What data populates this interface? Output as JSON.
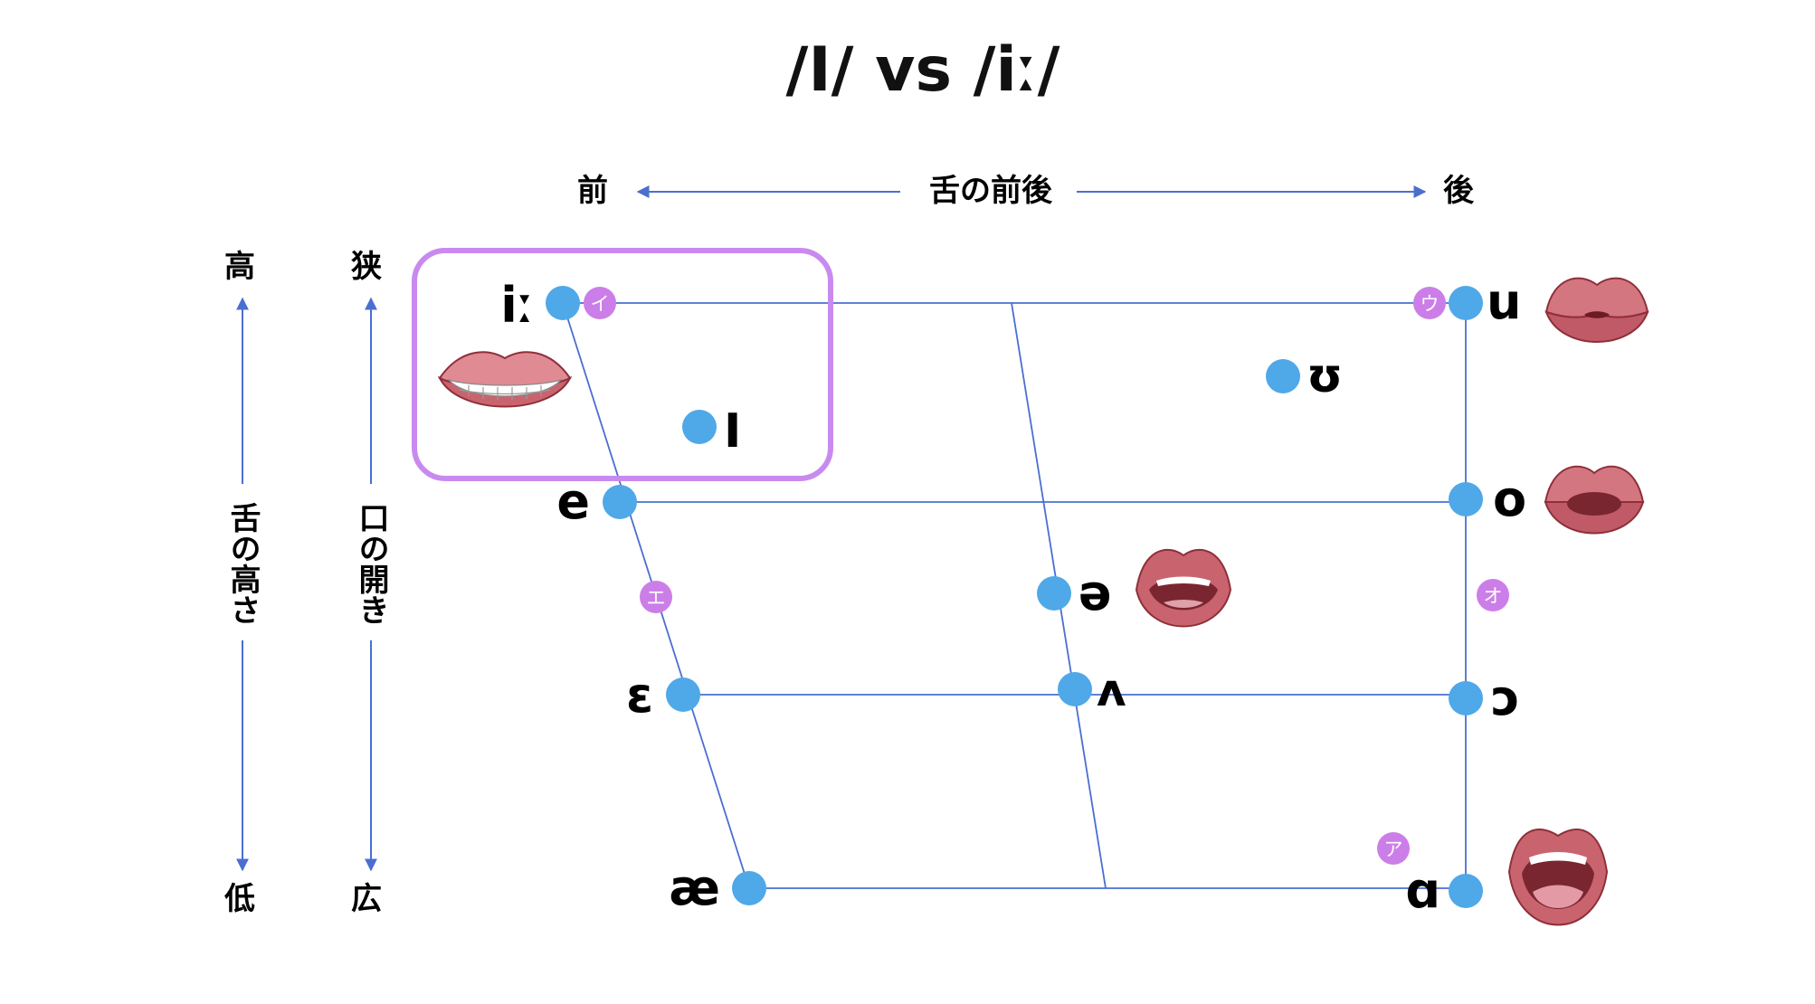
{
  "title": "/I/ vs /iː/",
  "tongue_axis": {
    "front": "前",
    "label": "舌の前後",
    "back": "後"
  },
  "height_axis": {
    "top": "高",
    "label": "舌の高さ",
    "bottom": "低"
  },
  "opening_axis": {
    "top": "狭",
    "label": "口の開き",
    "bottom": "広"
  },
  "vowels": [
    {
      "id": "i-long",
      "symbol": "iː"
    },
    {
      "id": "small-i",
      "symbol": "I"
    },
    {
      "id": "e",
      "symbol": "e"
    },
    {
      "id": "epsilon",
      "symbol": "ɛ"
    },
    {
      "id": "ae",
      "symbol": "æ"
    },
    {
      "id": "schwa",
      "symbol": "ə"
    },
    {
      "id": "wedge",
      "symbol": "ʌ"
    },
    {
      "id": "u",
      "symbol": "u"
    },
    {
      "id": "upsilon",
      "symbol": "ʊ"
    },
    {
      "id": "o",
      "symbol": "o"
    },
    {
      "id": "open-o",
      "symbol": "ɔ"
    },
    {
      "id": "alpha",
      "symbol": "ɑ"
    }
  ],
  "kana_markers": [
    {
      "id": "i",
      "label": "イ"
    },
    {
      "id": "u",
      "label": "ウ"
    },
    {
      "id": "e",
      "label": "エ"
    },
    {
      "id": "o",
      "label": "オ"
    },
    {
      "id": "a",
      "label": "ア"
    }
  ],
  "mouth_icons": [
    "smile-mouth-icon",
    "pucker-lips-icon",
    "rounded-lips-icon",
    "half-open-mouth-icon",
    "wide-open-mouth-icon"
  ],
  "colors": {
    "grid_line": "#4a6fd0",
    "vowel_dot": "#4fa8e8",
    "kana_marker": "#cc7ee8",
    "highlight_box": "#c98af0",
    "lip": "#c9646e",
    "lip_dark": "#8e2f3a"
  }
}
